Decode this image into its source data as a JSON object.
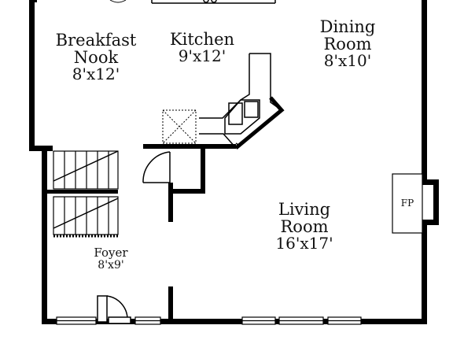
{
  "plan": {
    "wall_color": "#000000",
    "rooms": [
      {
        "id": "breakfast-nook",
        "line1": "Breakfast",
        "line2": "Nook",
        "dims": "8'x12'"
      },
      {
        "id": "kitchen",
        "line1": "Kitchen",
        "line2": "",
        "dims": "9'x12'"
      },
      {
        "id": "dining-room",
        "line1": "Dining",
        "line2": "Room",
        "dims": "8'x10'"
      },
      {
        "id": "living-room",
        "line1": "Living",
        "line2": "Room",
        "dims": "16'x17'"
      },
      {
        "id": "foyer",
        "line1": "Foyer",
        "line2": "",
        "dims": "8'x9'"
      }
    ],
    "fireplace_label": "FP"
  }
}
